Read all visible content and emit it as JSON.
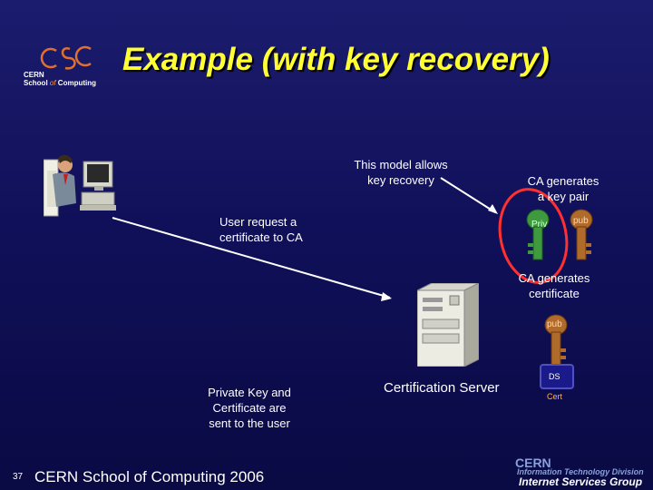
{
  "slide": {
    "title": "Example (with key recovery)",
    "logo": {
      "line1": "CERN",
      "line2_pre": "School ",
      "line2_of": "of",
      "line2_post": " Computing"
    },
    "notes": {
      "model": [
        "This model allows",
        "key recovery"
      ],
      "ca_keypair": [
        "CA generates",
        "a key pair"
      ],
      "user_request": [
        "User request a",
        "certificate to CA"
      ],
      "ca_certificate": [
        "CA generates",
        "certificate"
      ],
      "private_key": [
        "Private Key and",
        "Certificate are",
        "sent to the user"
      ]
    },
    "server_label": "Certification Server",
    "keys": {
      "priv": "Priv",
      "pub": "pub",
      "pub2": "pub"
    },
    "cert": {
      "ds": "DS",
      "cert": "Cert"
    },
    "footer": {
      "page": "37",
      "text": "CERN School of Computing 2006"
    },
    "it_logo": {
      "line1": "CERN",
      "line2": "Information Technology Division",
      "line3": "Internet Services Group"
    }
  }
}
